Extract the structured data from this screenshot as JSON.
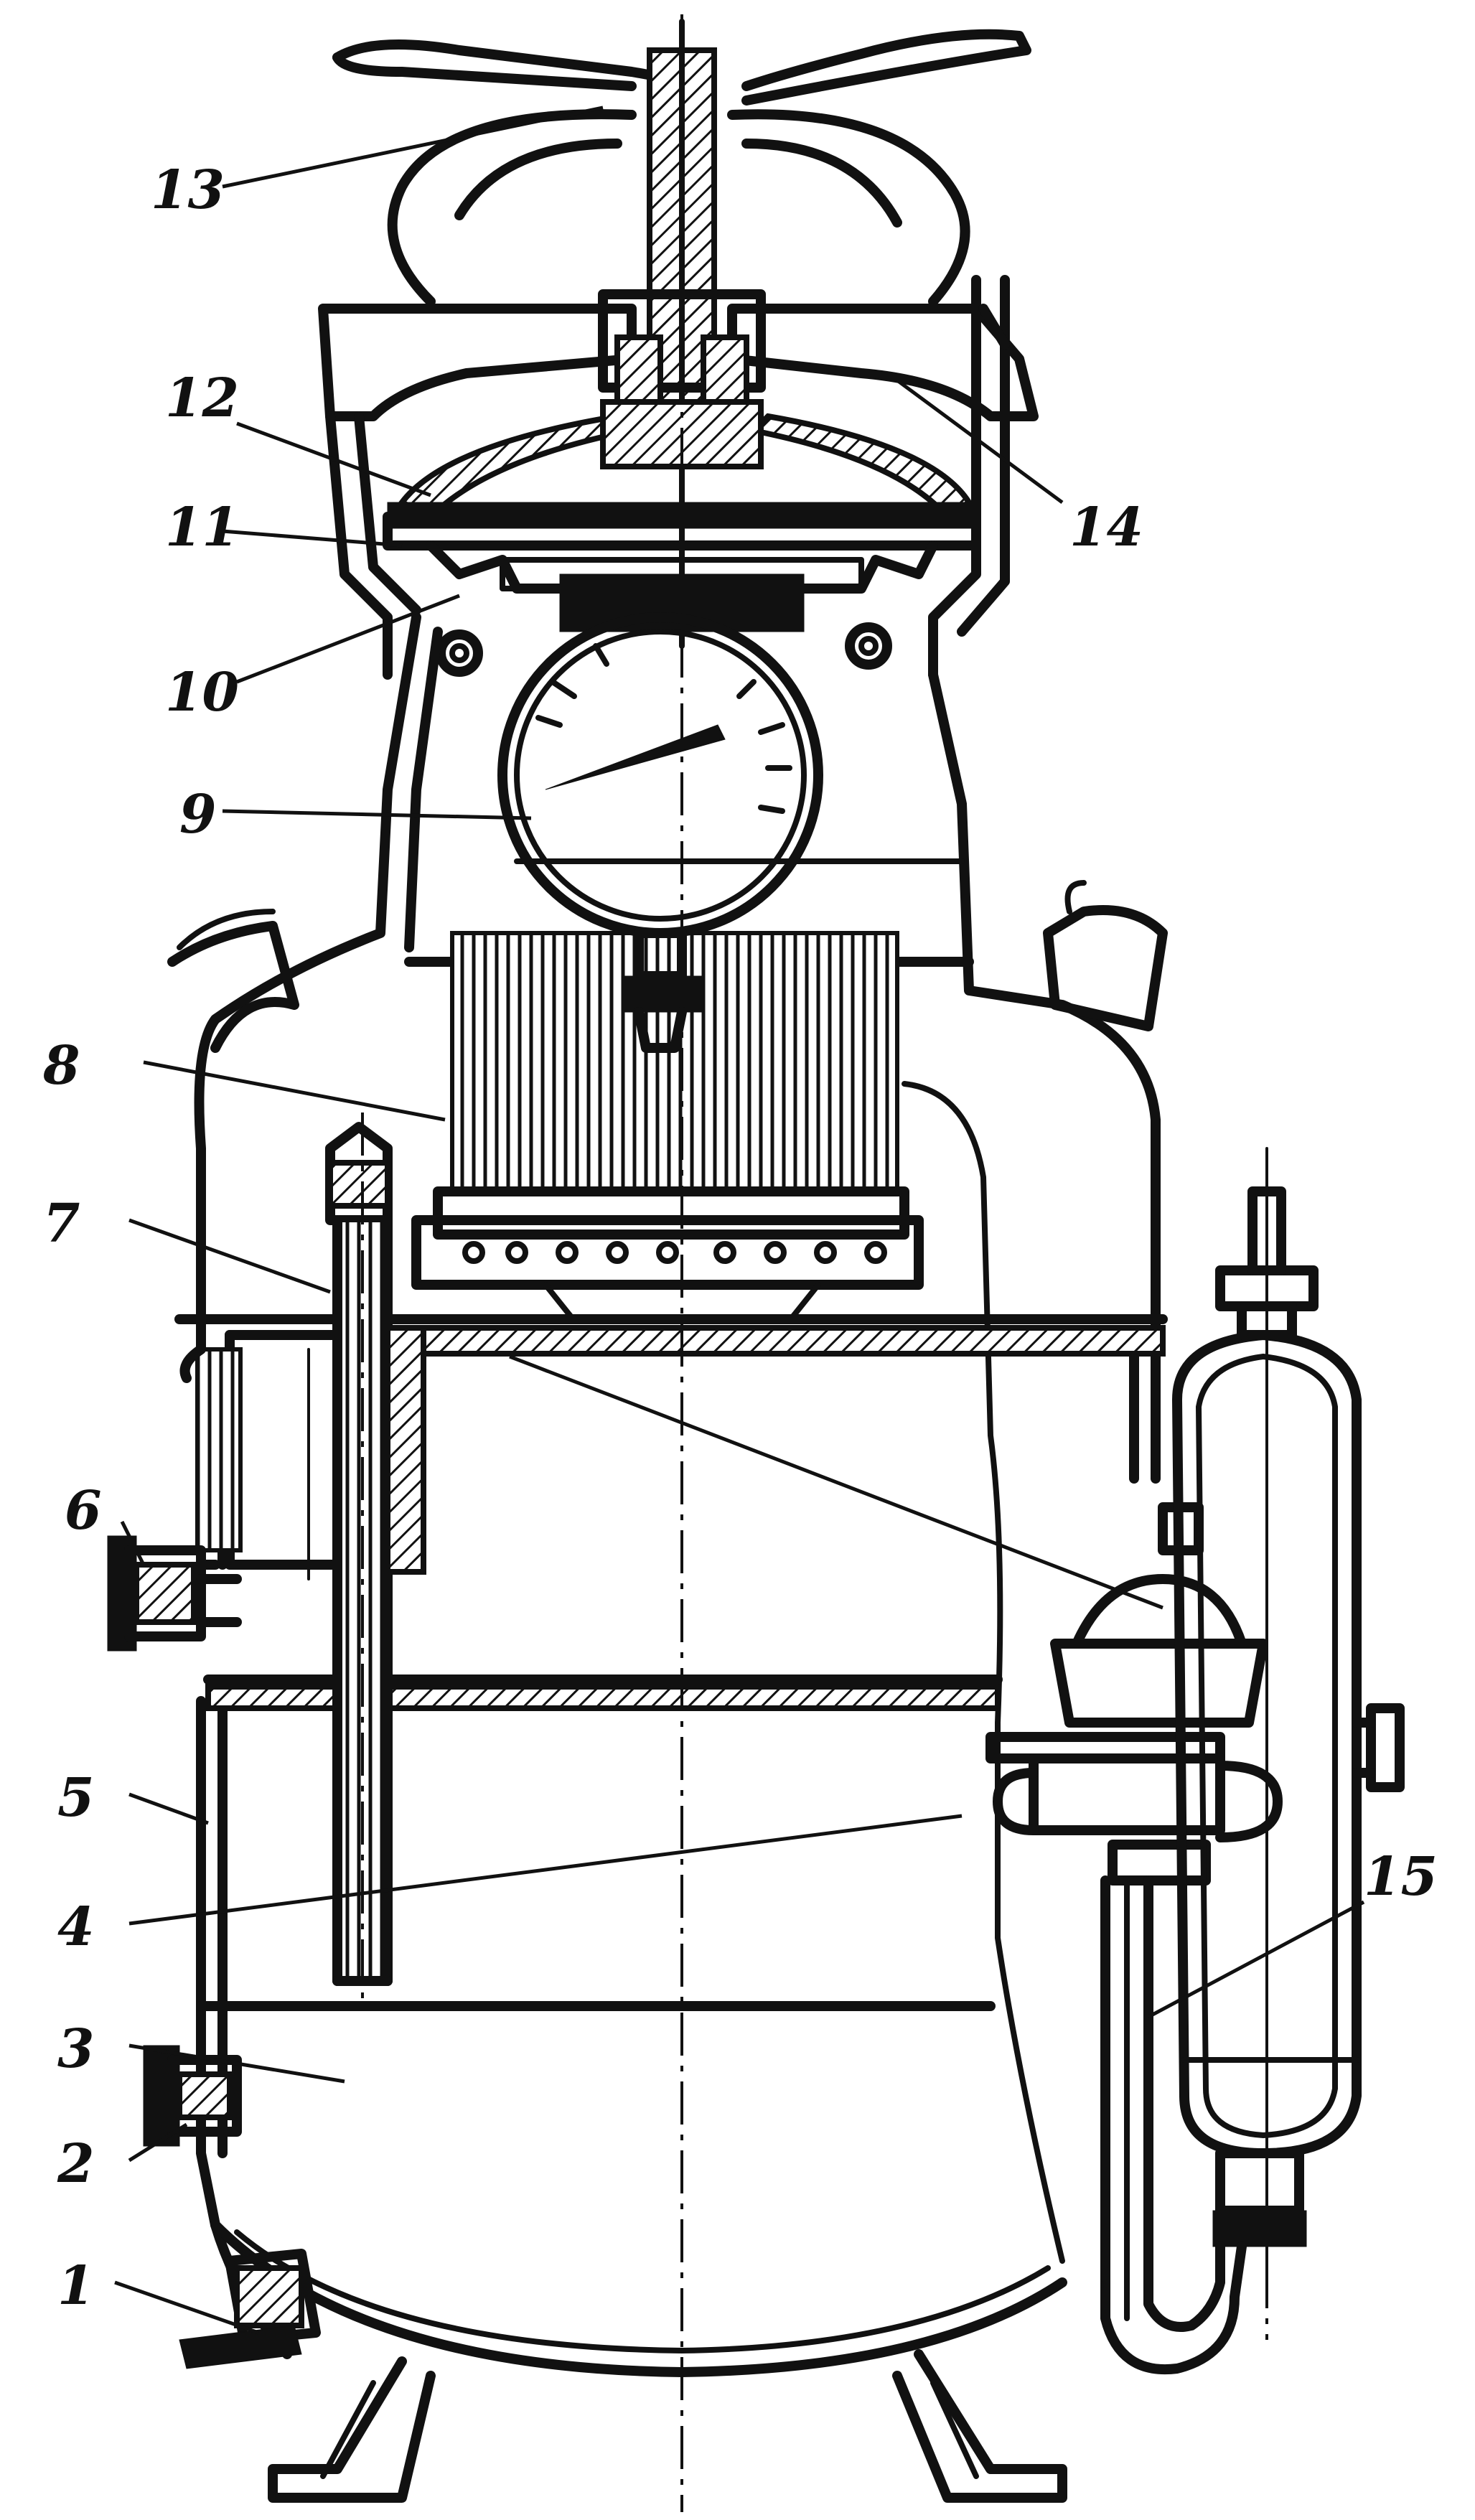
{
  "callouts": {
    "c1": "1",
    "c2": "2",
    "c3": "3",
    "c4": "4",
    "c5": "5",
    "c6": "6",
    "c7": "7",
    "c8": "8",
    "c9": "9",
    "c10": "10",
    "c11": "11",
    "c12": "12",
    "c13": "13",
    "c14": "14",
    "c15": "15"
  },
  "icons": {
    "gauge": "pressure-gauge-icon",
    "handwheel": "handwheel-icon"
  }
}
